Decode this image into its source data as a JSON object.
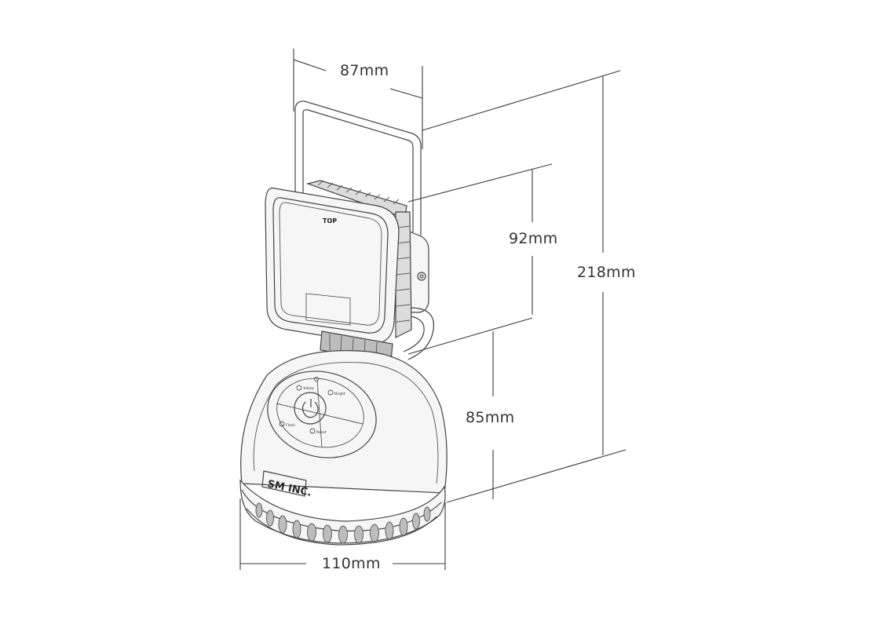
{
  "dimensions": {
    "width_handle": "87mm",
    "height_head": "92mm",
    "height_total": "218mm",
    "height_base": "85mm",
    "width_base": "110mm"
  },
  "product": {
    "face_label": "TOP",
    "brand": "SM INC.",
    "buttons": {
      "top": "Yellow",
      "right": "Bright",
      "left": "Flash",
      "bottom": "Reset"
    }
  }
}
